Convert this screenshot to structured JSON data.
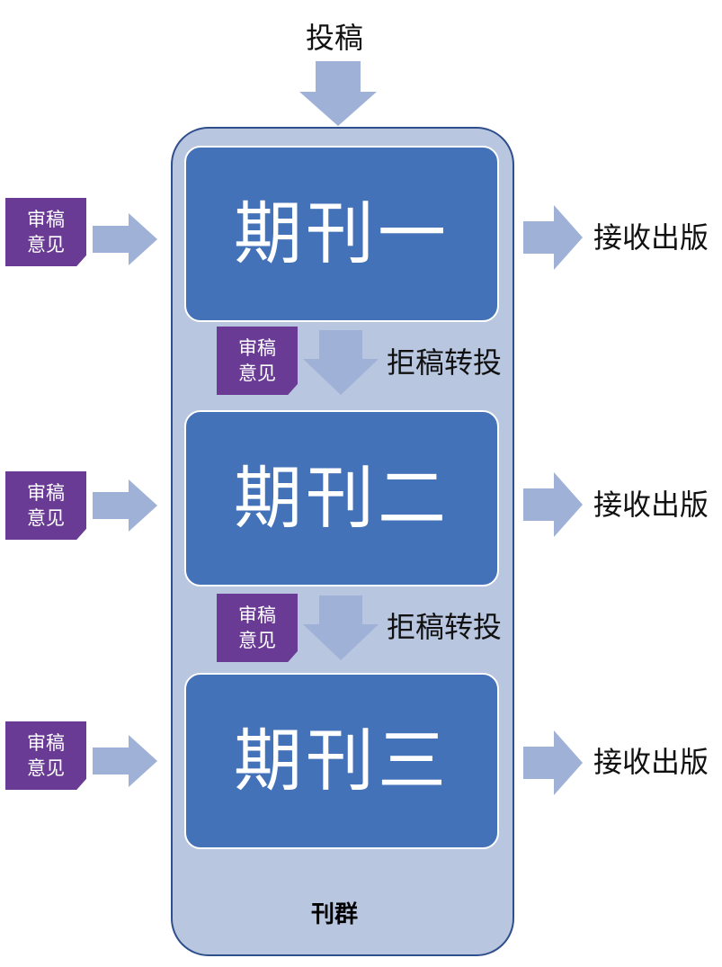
{
  "diagram": {
    "submission_label": "投稿",
    "group_label": "刊群",
    "journals": [
      {
        "label": "期刊一"
      },
      {
        "label": "期刊二"
      },
      {
        "label": "期刊三"
      }
    ],
    "review_notes": [
      {
        "line1": "审稿",
        "line2": "意见"
      },
      {
        "line1": "审稿",
        "line2": "意见"
      },
      {
        "line1": "审稿",
        "line2": "意见"
      },
      {
        "line1": "审稿",
        "line2": "意见"
      },
      {
        "line1": "审稿",
        "line2": "意见"
      }
    ],
    "accept_labels": [
      "接收出版",
      "接收出版",
      "接收出版"
    ],
    "transfer_labels": [
      "拒稿转投",
      "拒稿转投"
    ],
    "colors": {
      "journal_fill": "#4472b8",
      "group_fill": "#b9c6e0",
      "group_border": "#2e4f8c",
      "note_fill": "#6a3b95",
      "arrow_fill": "#9fb1d7"
    }
  }
}
